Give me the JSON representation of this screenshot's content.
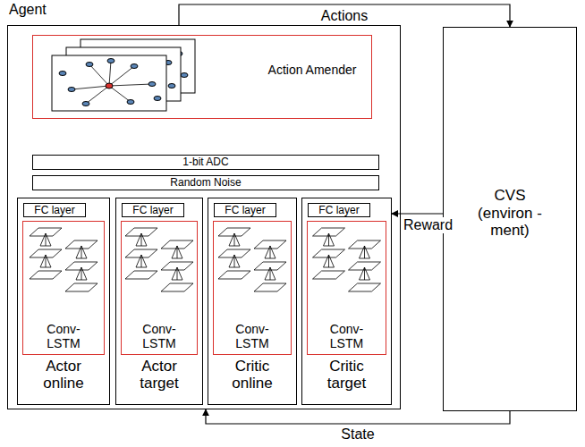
{
  "diagram": {
    "nodes": [
      {
        "text": [
          "Agent"
        ]
      },
      {
        "text": [
          "Action Amender"
        ],
        "in": 0
      },
      {
        "text": [
          "1-bit ADC"
        ],
        "in": 0
      },
      {
        "text": [
          "Random Noise"
        ],
        "in": 0
      },
      {
        "text": [
          "Actor online"
        ],
        "in": 0
      },
      {
        "text": [
          "FC layer"
        ],
        "in": 4
      },
      {
        "text": [
          "Conv- LSTM"
        ],
        "in": 4
      },
      {
        "text": [
          "Actor target"
        ],
        "in": 0
      },
      {
        "text": [
          "FC layer"
        ],
        "in": 7
      },
      {
        "text": [
          "Conv- LSTM"
        ],
        "in": 7
      },
      {
        "text": [
          "Critic online"
        ],
        "in": 0
      },
      {
        "text": [
          "FC layer"
        ],
        "in": 10
      },
      {
        "text": [
          "Conv- LSTM"
        ],
        "in": 10
      },
      {
        "text": [
          "Critic target"
        ],
        "in": 0
      },
      {
        "text": [
          "FC layer"
        ],
        "in": 13
      },
      {
        "text": [
          "Conv- LSTM"
        ],
        "in": 13
      },
      {
        "text": [
          "CVS (environ -ment)"
        ]
      }
    ],
    "edges": [
      {
        "from": 0,
        "to": 16,
        "label": "Actions",
        "arrow": "to"
      },
      {
        "from": 16,
        "to": 13,
        "label": "Reward",
        "arrow": "to"
      },
      {
        "from": 16,
        "to": 0,
        "label": "State",
        "arrow": "to"
      }
    ]
  }
}
